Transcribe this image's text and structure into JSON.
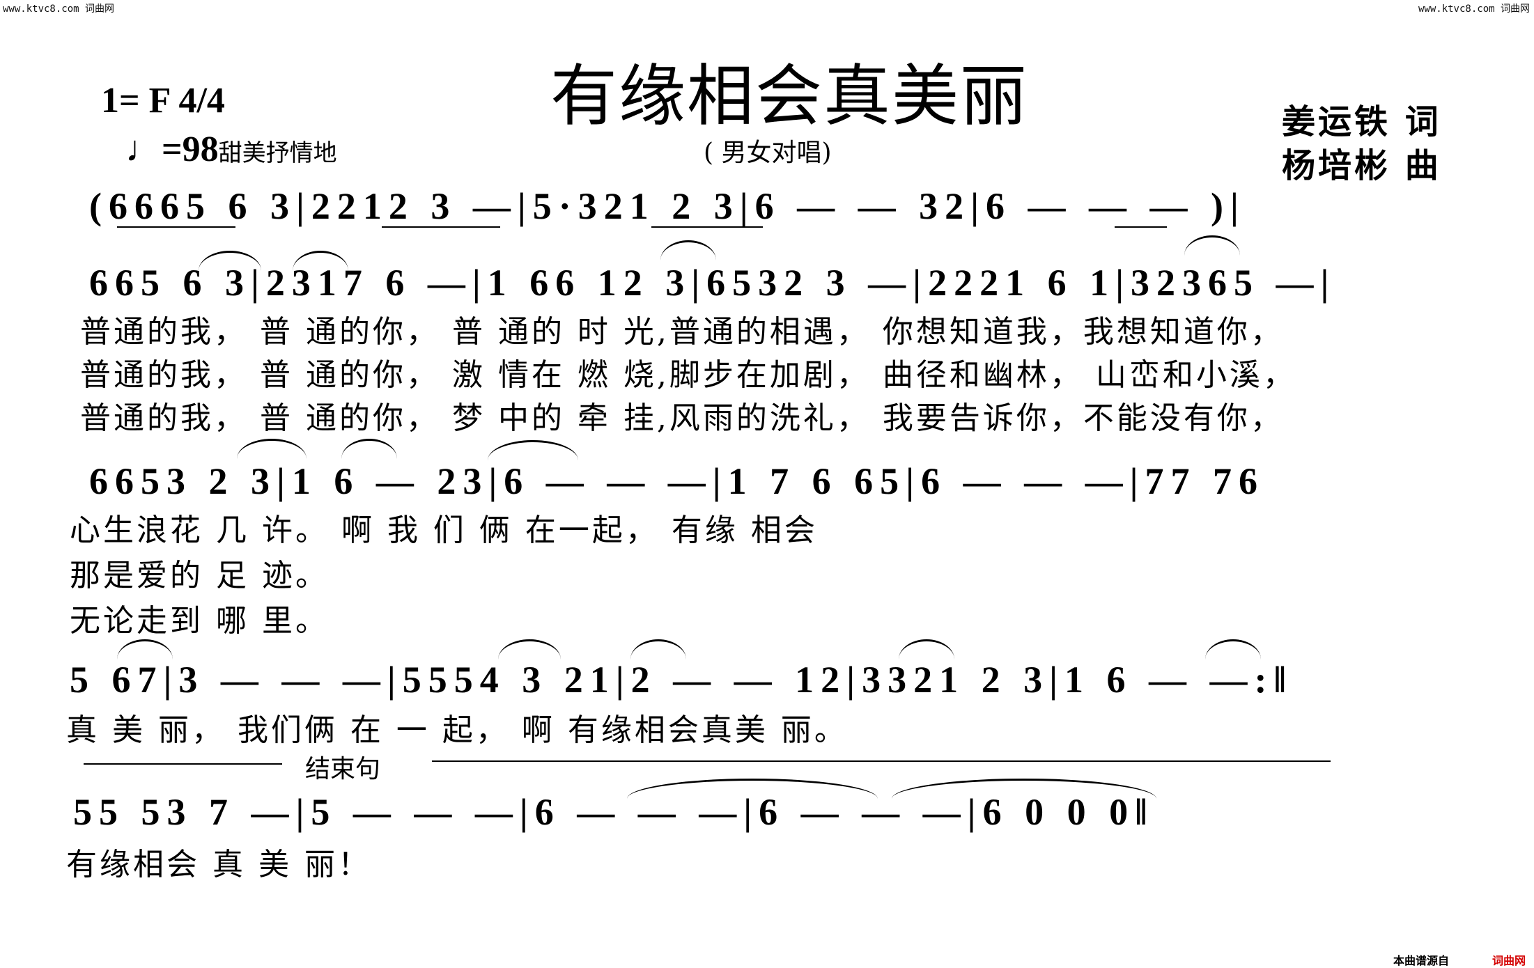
{
  "watermark_left": "www.ktvc8.com 词曲网",
  "watermark_right": "www.ktvc8.com 词曲网",
  "title": "有缘相会真美丽",
  "subtitle": "( 男女对唱)",
  "key": "1= F 4/4",
  "tempo": {
    "symbol": "♩=98",
    "expression": "甜美抒情地"
  },
  "lyricist": "姜运铁 词",
  "composer": "杨培彬 曲",
  "systems": [
    {
      "notes": "(6665  6  3|2212  3 —|5·321  2  3|6 — —  32|6 — — — )|",
      "lyrics": []
    },
    {
      "notes": "665  6  3|2317  6 —|1  66  12  3|6532  3 —|2221  6  1|32365 —|",
      "lyrics": [
        "普通的我， 普  通的你，   普 通的 时  光,普通的相遇，   你想知道我，我想知道你，",
        "普通的我， 普  通的你，   激 情在 燃  烧,脚步在加剧，   曲径和幽林， 山峦和小溪，",
        "普通的我， 普  通的你，   梦 中的 牵  挂,风雨的洗礼，   我要告诉你，不能没有你，"
      ]
    },
    {
      "notes": "6653  2  3|1  6 — 23|6 — — —|1  7  6  65|6 — — —|77  76",
      "lyrics": [
        "心生浪花 几     许。  啊                我 们  俩  在一起，         有缘  相会",
        "那是爱的 足     迹。",
        "无论走到 哪     里。"
      ]
    },
    {
      "notes": "5  67|3 — — —|5554  3  21|2 — —  12|3321  2  3|1  6 — —:‖",
      "lyrics": [
        "真 美   丽，           我们俩   在 一    起，       啊  有缘相会真美  丽。"
      ]
    },
    {
      "end_label": "结束句",
      "notes": "55  53  7 —|5 — — —|6 — — —|6 — — —|6  0  0  0‖",
      "lyrics": [
        "有缘相会 真         美               丽！"
      ]
    }
  ],
  "footer_left": "本曲谱源自",
  "footer_right": "词曲网"
}
